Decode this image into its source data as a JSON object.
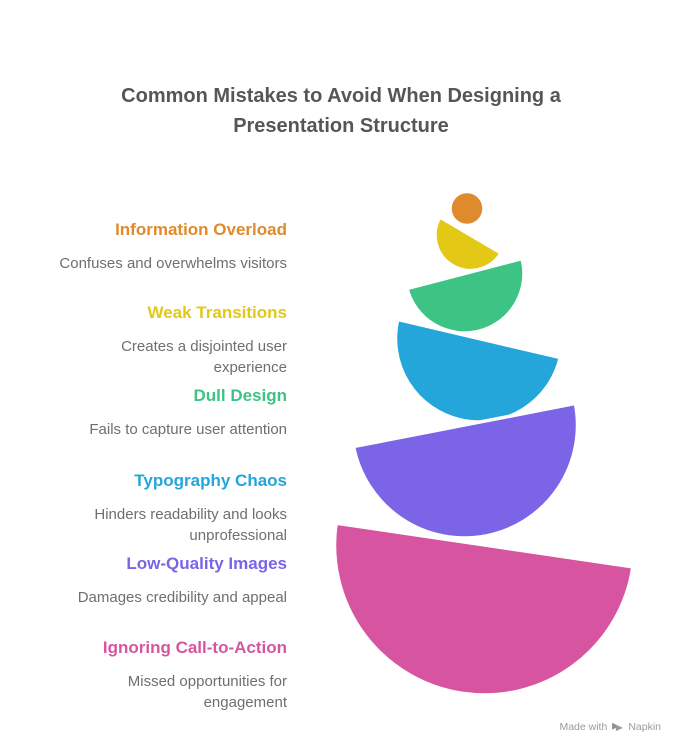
{
  "page": {
    "background": "#ffffff"
  },
  "header": {
    "title": "Common Mistakes to Avoid When Designing a Presentation Structure",
    "color": "#565656"
  },
  "diagram": {
    "type": "balanced-semicircle-stack",
    "stroke_color": "#ffffff",
    "body_text_color": "#6F6F6F",
    "items": [
      {
        "label": "Information Overload",
        "description": "Confuses and overwhelms visitors",
        "color": "#E08A2E",
        "shape": "circle"
      },
      {
        "label": "Weak Transitions",
        "description": "Creates a disjointed user experience",
        "color": "#E3C816",
        "shape": "semicircle"
      },
      {
        "label": "Dull Design",
        "description": "Fails to capture user attention",
        "color": "#3DC383",
        "shape": "semicircle"
      },
      {
        "label": "Typography Chaos",
        "description": "Hinders readability and looks unprofessional",
        "color": "#24A6DA",
        "shape": "semicircle"
      },
      {
        "label": "Low-Quality Images",
        "description": "Damages credibility and appeal",
        "color": "#7B64E6",
        "shape": "semicircle"
      },
      {
        "label": "Ignoring Call-to-Action",
        "description": "Missed opportunities for engagement",
        "color": "#D754A1",
        "shape": "semicircle"
      }
    ]
  },
  "watermark": {
    "prefix": "Made with",
    "brand": "Napkin",
    "color": "#9B9B9B"
  }
}
